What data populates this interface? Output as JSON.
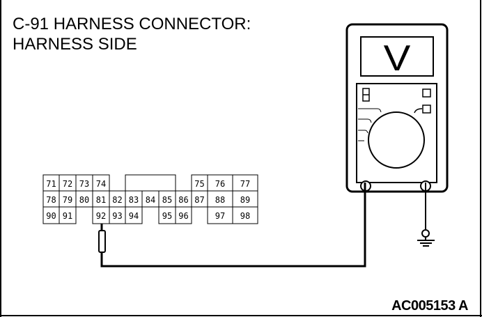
{
  "title_line1": "C-91 HARNESS CONNECTOR:",
  "title_line2": "HARNESS SIDE",
  "figure_code": "AC005153 A",
  "connector": {
    "row1": [
      "71",
      "72",
      "73",
      "74",
      "75",
      "76",
      "77"
    ],
    "row2": [
      "78",
      "79",
      "80",
      "81",
      "82",
      "83",
      "84",
      "85",
      "86",
      "87",
      "88",
      "89"
    ],
    "row3": [
      "90",
      "91",
      "92",
      "93",
      "94",
      "95",
      "96",
      "97",
      "98"
    ],
    "probed_pin": "92"
  },
  "meter_display_symbol": "V"
}
